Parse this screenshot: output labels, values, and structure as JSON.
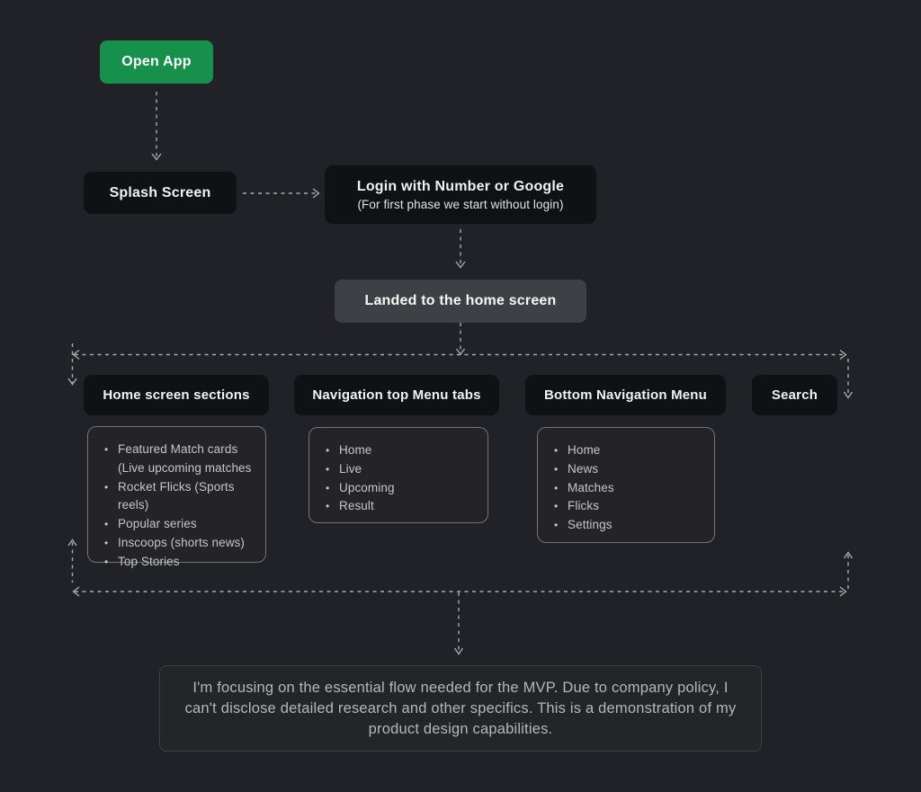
{
  "colors": {
    "canvas_bg": "#212227",
    "node_dark_bg": "#101114",
    "node_green_bg": "#16904a",
    "node_gray_bg": "#3d4145",
    "list_bg": "#242428",
    "list_border": "#737478",
    "note_bg": "#242529",
    "note_border": "#3e3f44",
    "connector": "#a8a9ab",
    "text_primary": "#f1f1f1",
    "text_list": "#c6c6c8",
    "text_note": "#b5b6ba"
  },
  "flow": {
    "open_app": {
      "label": "Open App"
    },
    "splash": {
      "label": "Splash Screen"
    },
    "login": {
      "title": "Login with Number or Google",
      "subtitle": "(For first phase we start without login)"
    },
    "landed": {
      "label": "Landed to the home screen"
    }
  },
  "sections": [
    {
      "label": "Home screen sections",
      "items": [
        "Featured Match cards\n(Live upcoming matches",
        "Rocket Flicks (Sports reels)",
        "Popular series",
        "Inscoops (shorts news)",
        "Top Stories"
      ]
    },
    {
      "label": "Navigation top Menu tabs",
      "items": [
        "Home",
        "Live",
        "Upcoming",
        "Result"
      ]
    },
    {
      "label": "Bottom Navigation Menu",
      "items": [
        "Home",
        "News",
        "Matches",
        "Flicks",
        "Settings"
      ]
    },
    {
      "label": "Search",
      "items": []
    }
  ],
  "note": {
    "text": "I'm focusing on the essential flow needed for the MVP. Due to company policy, I can't disclose detailed research and other specifics. This is a demonstration of my product design capabilities."
  }
}
